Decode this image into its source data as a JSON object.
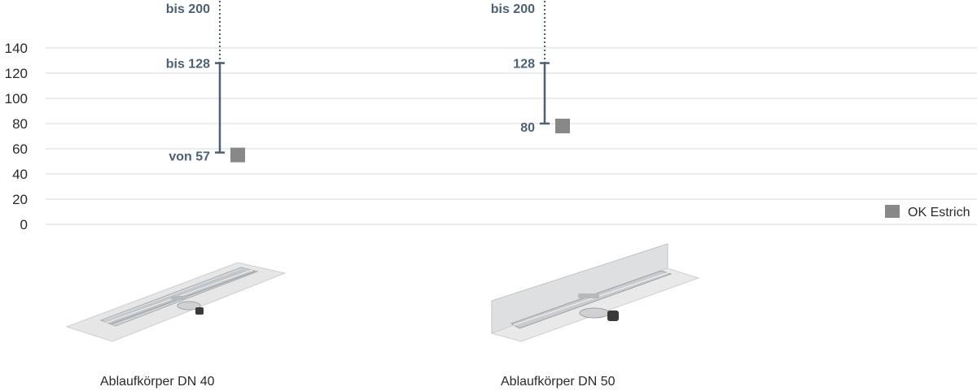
{
  "chart_data": {
    "type": "scatter",
    "y_ticks": [
      0,
      20,
      40,
      60,
      80,
      100,
      120,
      140
    ],
    "ylim": [
      0,
      140
    ],
    "grid": true,
    "categories": [
      "Ablaufkörper DN 40",
      "Ablaufkörper DN 50"
    ],
    "ranges": [
      {
        "category": "Ablaufkörper DN 40",
        "min": 57,
        "max": 128,
        "extended_max": 200,
        "min_label": "von 57",
        "max_label": "bis 128",
        "extended_label": "bis 200"
      },
      {
        "category": "Ablaufkörper DN 50",
        "min": 80,
        "max": 128,
        "extended_max": 200,
        "min_label": "80",
        "max_label": "128",
        "extended_label": "bis 200"
      }
    ],
    "series": [
      {
        "name": "OK Estrich",
        "marker": "square",
        "color": "#888888",
        "values": [
          57,
          80
        ]
      }
    ],
    "legend": "right",
    "colors": {
      "range_line": "#4a6178",
      "grid": "#d9d9d9",
      "marker": "#888888"
    },
    "product_images": [
      "drain-channel-dn40-image",
      "drain-channel-dn50-image"
    ]
  }
}
